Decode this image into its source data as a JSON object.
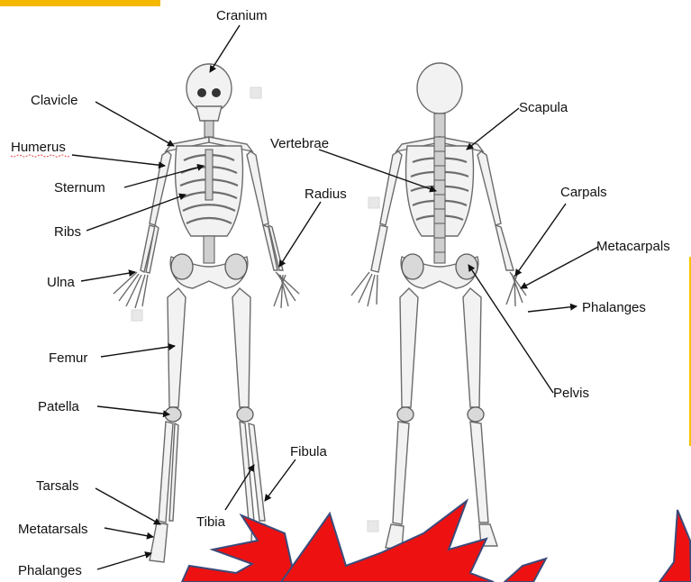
{
  "colors": {
    "accent": "#f5b800",
    "burst_fill": "#ee1111",
    "burst_stroke": "#3b4a7a"
  },
  "labels": {
    "cranium": "Cranium",
    "clavicle": "Clavicle",
    "humerus": "Humerus",
    "sternum": "Sternum",
    "ribs": "Ribs",
    "ulna": "Ulna",
    "femur": "Femur",
    "patella": "Patella",
    "tarsals": "Tarsals",
    "metatarsals": "Metatarsals",
    "phalanges_foot": "Phalanges",
    "tibia": "Tibia",
    "fibula": "Fibula",
    "radius": "Radius",
    "vertebrae": "Vertebrae",
    "scapula": "Scapula",
    "carpals": "Carpals",
    "metacarpals": "Metacarpals",
    "phalanges_hand": "Phalanges",
    "pelvis": "Pelvis"
  }
}
